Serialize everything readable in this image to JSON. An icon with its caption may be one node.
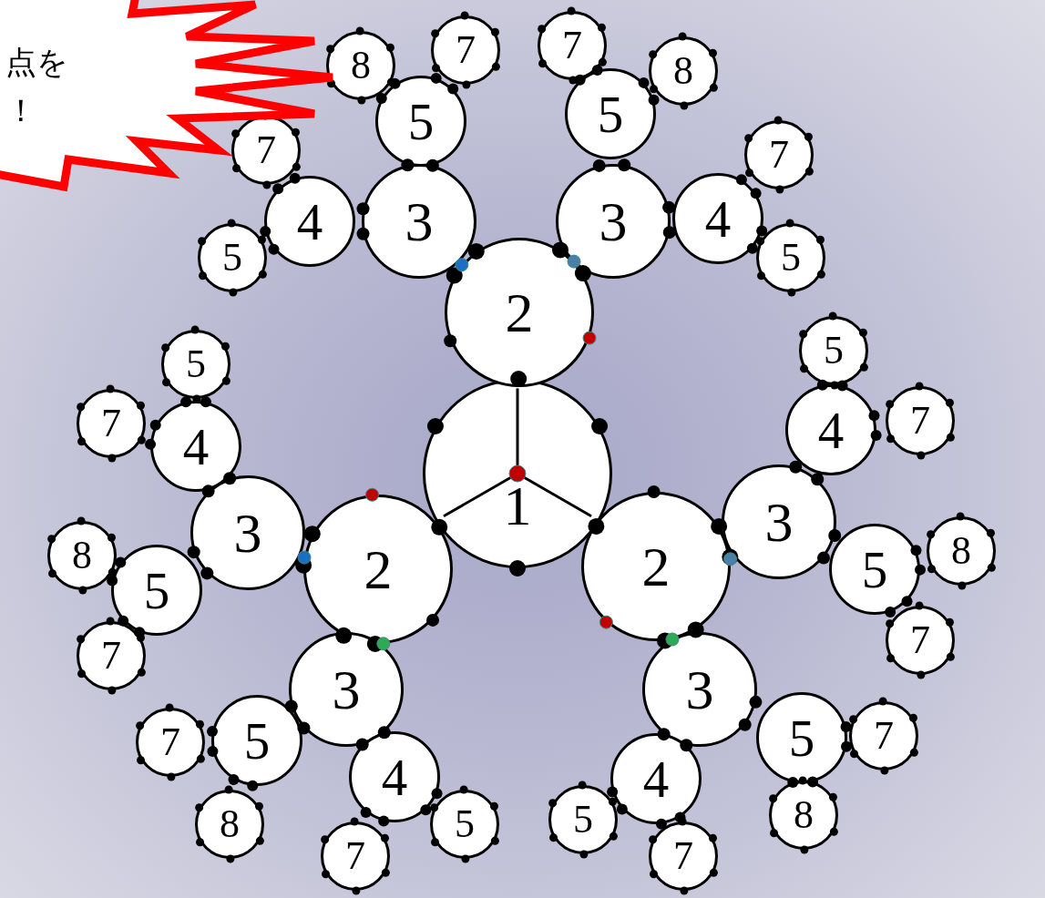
{
  "diagram": {
    "nodes": [
      {
        "text": [
          "点を！"
        ]
      },
      {
        "text": [
          "1"
        ]
      },
      {
        "text": [
          "2"
        ]
      },
      {
        "text": [
          "3"
        ]
      },
      {
        "text": [
          "4"
        ]
      },
      {
        "text": [
          "5"
        ]
      },
      {
        "text": [
          "7"
        ]
      },
      {
        "text": [
          "5"
        ]
      },
      {
        "text": [
          "8"
        ]
      },
      {
        "text": [
          "7"
        ]
      },
      {
        "text": [
          "3"
        ]
      },
      {
        "text": [
          "5"
        ]
      },
      {
        "text": [
          "7"
        ]
      },
      {
        "text": [
          "8"
        ]
      },
      {
        "text": [
          "4"
        ]
      },
      {
        "text": [
          "7"
        ]
      },
      {
        "text": [
          "5"
        ]
      },
      {
        "text": [
          "2"
        ]
      },
      {
        "text": [
          "3"
        ]
      },
      {
        "text": [
          "4"
        ]
      },
      {
        "text": [
          "5"
        ]
      },
      {
        "text": [
          "7"
        ]
      },
      {
        "text": [
          "5"
        ]
      },
      {
        "text": [
          "8"
        ]
      },
      {
        "text": [
          "7"
        ]
      },
      {
        "text": [
          "3"
        ]
      },
      {
        "text": [
          "5"
        ]
      },
      {
        "text": [
          "7"
        ]
      },
      {
        "text": [
          "8"
        ]
      },
      {
        "text": [
          "4"
        ]
      },
      {
        "text": [
          "7"
        ]
      },
      {
        "text": [
          "5"
        ]
      },
      {
        "text": [
          "2"
        ]
      },
      {
        "text": [
          "3"
        ]
      },
      {
        "text": [
          "4"
        ]
      },
      {
        "text": [
          "5"
        ]
      },
      {
        "text": [
          "7"
        ]
      },
      {
        "text": [
          "5"
        ]
      },
      {
        "text": [
          "8"
        ]
      },
      {
        "text": [
          "7"
        ]
      },
      {
        "text": [
          "3"
        ]
      },
      {
        "text": [
          "5"
        ]
      },
      {
        "text": [
          "7"
        ]
      },
      {
        "text": [
          "8"
        ]
      },
      {
        "text": [
          "4"
        ]
      },
      {
        "text": [
          "5"
        ]
      },
      {
        "text": [
          "7"
        ]
      }
    ]
  }
}
